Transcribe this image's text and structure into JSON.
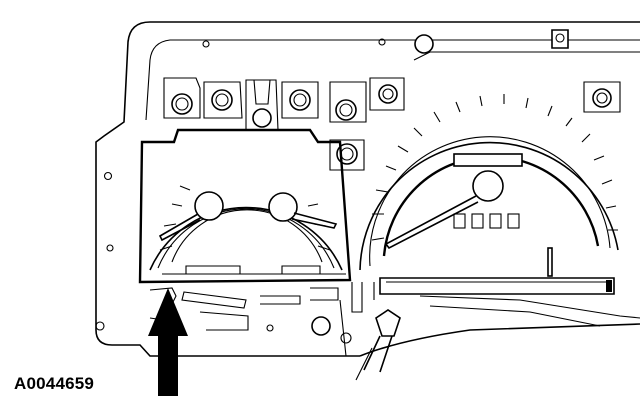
{
  "figure": {
    "id_label": "A0044659"
  },
  "components": {
    "cluster_housing": "instrument-cluster-housing",
    "small_gauge_cluster": "left-gauge-cluster",
    "speedometer": "speedometer-gauge",
    "pointer_arrow": "up-arrow"
  }
}
